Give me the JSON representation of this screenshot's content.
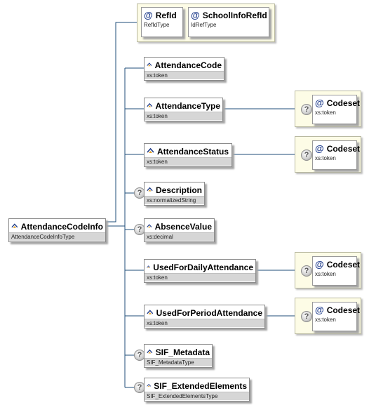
{
  "attribute_group": [
    {
      "name": "RefId",
      "type": "RefIdType"
    },
    {
      "name": "SchoolInfoRefId",
      "type": "IdRefType"
    }
  ],
  "root": {
    "name": "AttendanceCodeInfo",
    "type": "AttendanceCodeInfoType"
  },
  "children": [
    {
      "name": "AttendanceCode",
      "type": "xs:token",
      "optional": false
    },
    {
      "name": "AttendanceType",
      "type": "xs:token",
      "optional": false,
      "attribute": {
        "name": "Codeset",
        "type": "xs:token",
        "optional": true
      }
    },
    {
      "name": "AttendanceStatus",
      "type": "xs:token",
      "optional": false,
      "attribute": {
        "name": "Codeset",
        "type": "xs:token",
        "optional": true
      }
    },
    {
      "name": "Description",
      "type": "xs:normalizedString",
      "optional": true
    },
    {
      "name": "AbsenceValue",
      "type": "xs:decimal",
      "optional": true
    },
    {
      "name": "UsedForDailyAttendance",
      "type": "xs:token",
      "optional": false,
      "attribute": {
        "name": "Codeset",
        "type": "xs:token",
        "optional": true
      }
    },
    {
      "name": "UsedForPeriodAttendance",
      "type": "xs:token",
      "optional": false,
      "attribute": {
        "name": "Codeset",
        "type": "xs:token",
        "optional": true
      }
    },
    {
      "name": "SIF_Metadata",
      "type": "SIF_MetadataType",
      "optional": true
    },
    {
      "name": "SIF_ExtendedElements",
      "type": "SIF_ExtendedElementsType",
      "optional": true
    }
  ],
  "optional_marker": "?",
  "attribute_marker": "@",
  "icons": {
    "element": "element-icon",
    "optional": "optional-icon"
  },
  "colors": {
    "line": "#1f4e79",
    "attr_fill": "#fdfce6",
    "type_bar": "#d6d6d6"
  }
}
